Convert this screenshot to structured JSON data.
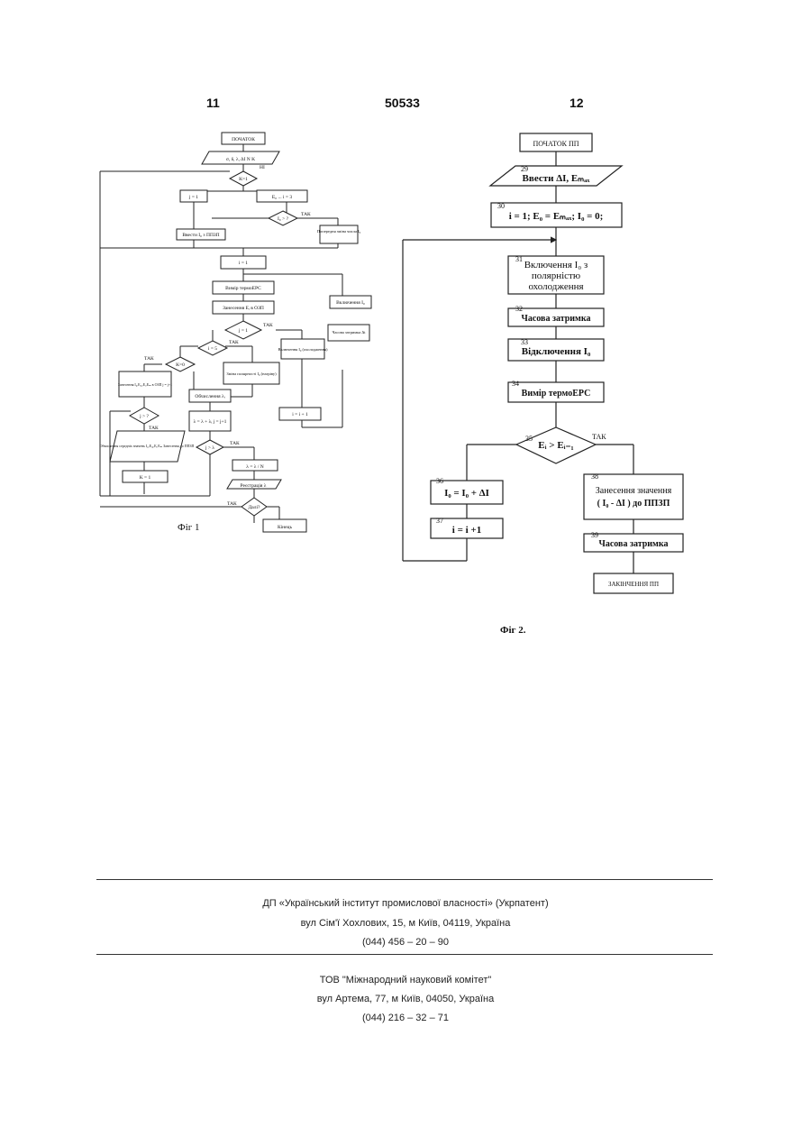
{
  "header": {
    "page_left": "11",
    "patent_number": "50533",
    "page_right": "12"
  },
  "figure1": {
    "caption": "Фіг 1",
    "tak": "ТАК",
    "ni": "НІ",
    "nodes": {
      "b1": "ПОЧАТОК",
      "b2": "σ, δ, λ, ΔΙ Ν Κ",
      "b3": "Κ=1",
      "b4": "j = 1",
      "b5": "Ε₀ ... i = 3",
      "b6": "Ι₀ > ?",
      "b7": "Ввести Ι₀ з ППЗП",
      "b8": "Попередня зміна числа Ι₀",
      "b9": "i = 1",
      "b10": "Вимір термоЕРС",
      "b11": "Занесення Εᵢ в ОЗП",
      "b12": "j = 1",
      "b13": "i = 5",
      "b14": "Включення Ι₀ (охолодження)",
      "b15": "Зміна полярності Ι₀ (нагріву)",
      "b16": "Κ=0",
      "b17": "Занесення Ι₀,Εᵢ₀,Εᵢ,Εₘ в ОЗП  j = j+1",
      "b18": "Обчислення λᵢ",
      "b19": "i = i + 1",
      "b20": "Включення Ι₀",
      "b21": "Часова затримка Δt",
      "b22": "λ = λ + λᵢ   j = j+1",
      "b23": "j > λ",
      "b24": "j > ?",
      "b25": "Обчислення середніх значень Ι₀,Εᵢ₀,Εᵢ,Εₘ Занесення до ППЗП",
      "b26": "Κ = 1",
      "b27": "λ = λ / Ν",
      "b28": "Реєстрація λ",
      "b29": "Далі?",
      "b30": "Кінець"
    }
  },
  "figure2": {
    "caption": "Фіг 2.",
    "tak": "ТАК",
    "nodes": {
      "start": "ПОЧАТОК ПП",
      "n29_num": "29",
      "n29": "Ввести ΔI, Eₘₐₓ",
      "n30_num": "30",
      "n30": "i = 1; E₀ = Eₘₐₓ; I₀ = 0;",
      "n31_num": "31",
      "n31_l1": "Включення I₀ з",
      "n31_l2": "полярністю",
      "n31_l3": "охолодження",
      "n32_num": "32",
      "n32": "Часова затримка",
      "n33_num": "33",
      "n33": "Відключення I₀",
      "n34_num": "34",
      "n34": "Вимір термоЕРС",
      "n35_num": "35",
      "n35": "Eᵢ > Eᵢ₋₁",
      "n36_num": "36",
      "n36": "I₀ = I₀ + ΔI",
      "n37_num": "37",
      "n37": "i = i +1",
      "n38_num": "38",
      "n38_l1": "Занесення значення",
      "n38_l2": "( I₀ - ΔI ) до ППЗП",
      "n39_num": "39",
      "n39": "Часова затримка",
      "end": "ЗАКІНЧЕННЯ ПП"
    }
  },
  "footer": {
    "org1_name": "ДП «Український інститут промислової власності» (Укрпатент)",
    "org1_address": "вул  Сім'ї Хохлових, 15, м  Київ, 04119, Україна",
    "org1_phone": "(044) 456 – 20 –  90",
    "org2_name": "ТОВ \"Міжнародний науковий комітет\"",
    "org2_address": "вул  Артема, 77, м  Київ, 04050, Україна",
    "org2_phone": "(044) 216 – 32 – 71"
  }
}
